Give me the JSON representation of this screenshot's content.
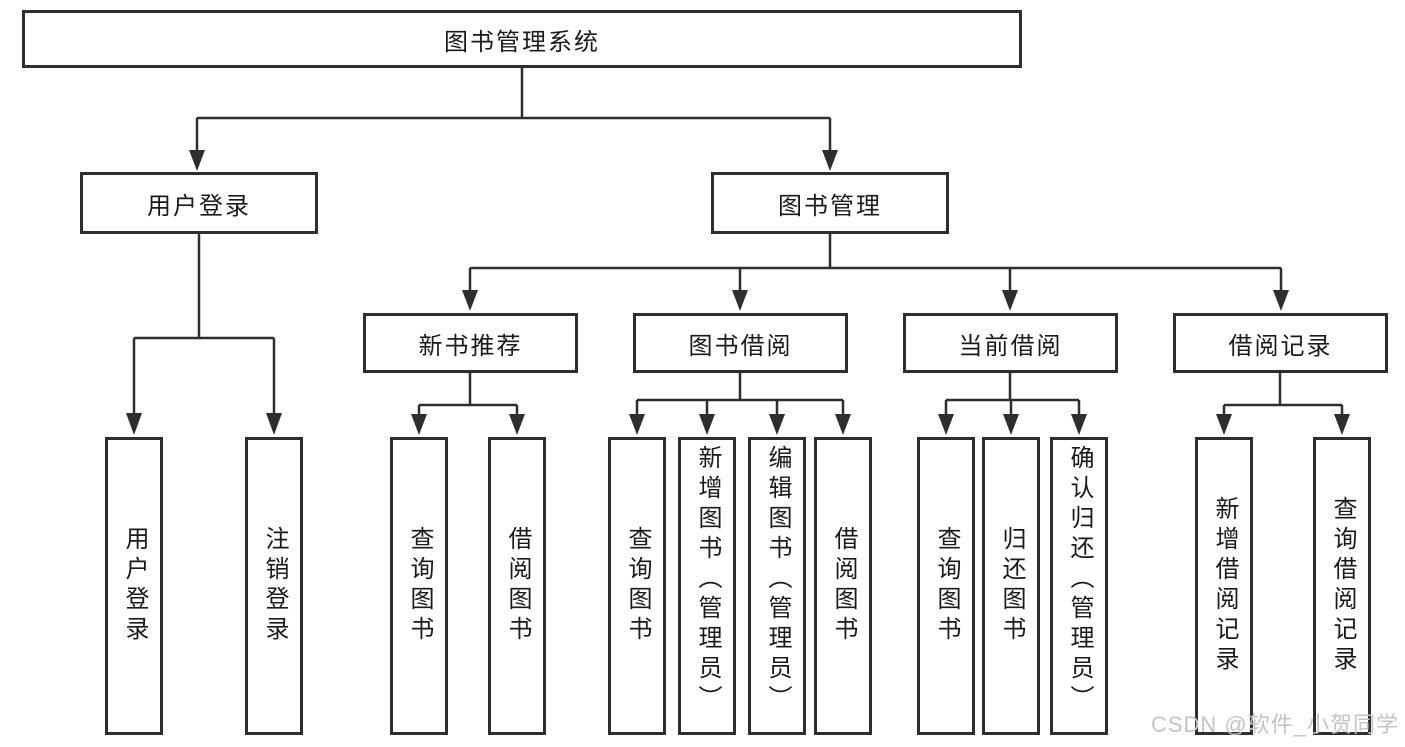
{
  "root": {
    "label": "图书管理系统"
  },
  "nodes": {
    "user_login": "用户登录",
    "book_management": "图书管理",
    "new_book_recommend": "新书推荐",
    "book_borrowing": "图书借阅",
    "current_borrowing": "当前借阅",
    "borrowing_records": "借阅记录"
  },
  "leaves": {
    "user_login": "用户登录",
    "logout": "注销登录",
    "nb_query_books": "查询图书",
    "nb_borrow_books": "借阅图书",
    "bb_query_books": "查询图书",
    "bb_add_books": "新增图书（管理员）",
    "bb_edit_books": "编辑图书（管理员）",
    "bb_borrow_books": "借阅图书",
    "cb_query_books": "查询图书",
    "cb_return_books": "归还图书",
    "cb_confirm_return": "确认归还（管理员）",
    "br_add_record": "新增借阅记录",
    "br_query_record": "查询借阅记录"
  },
  "watermark": "CSDN @软件_小贺同学",
  "colors": {
    "line": "#2e2e2e",
    "box_border": "#2e2e2e",
    "text": "#1a1a1a",
    "watermark": "#c3c4c6",
    "background": "#ffffff"
  }
}
